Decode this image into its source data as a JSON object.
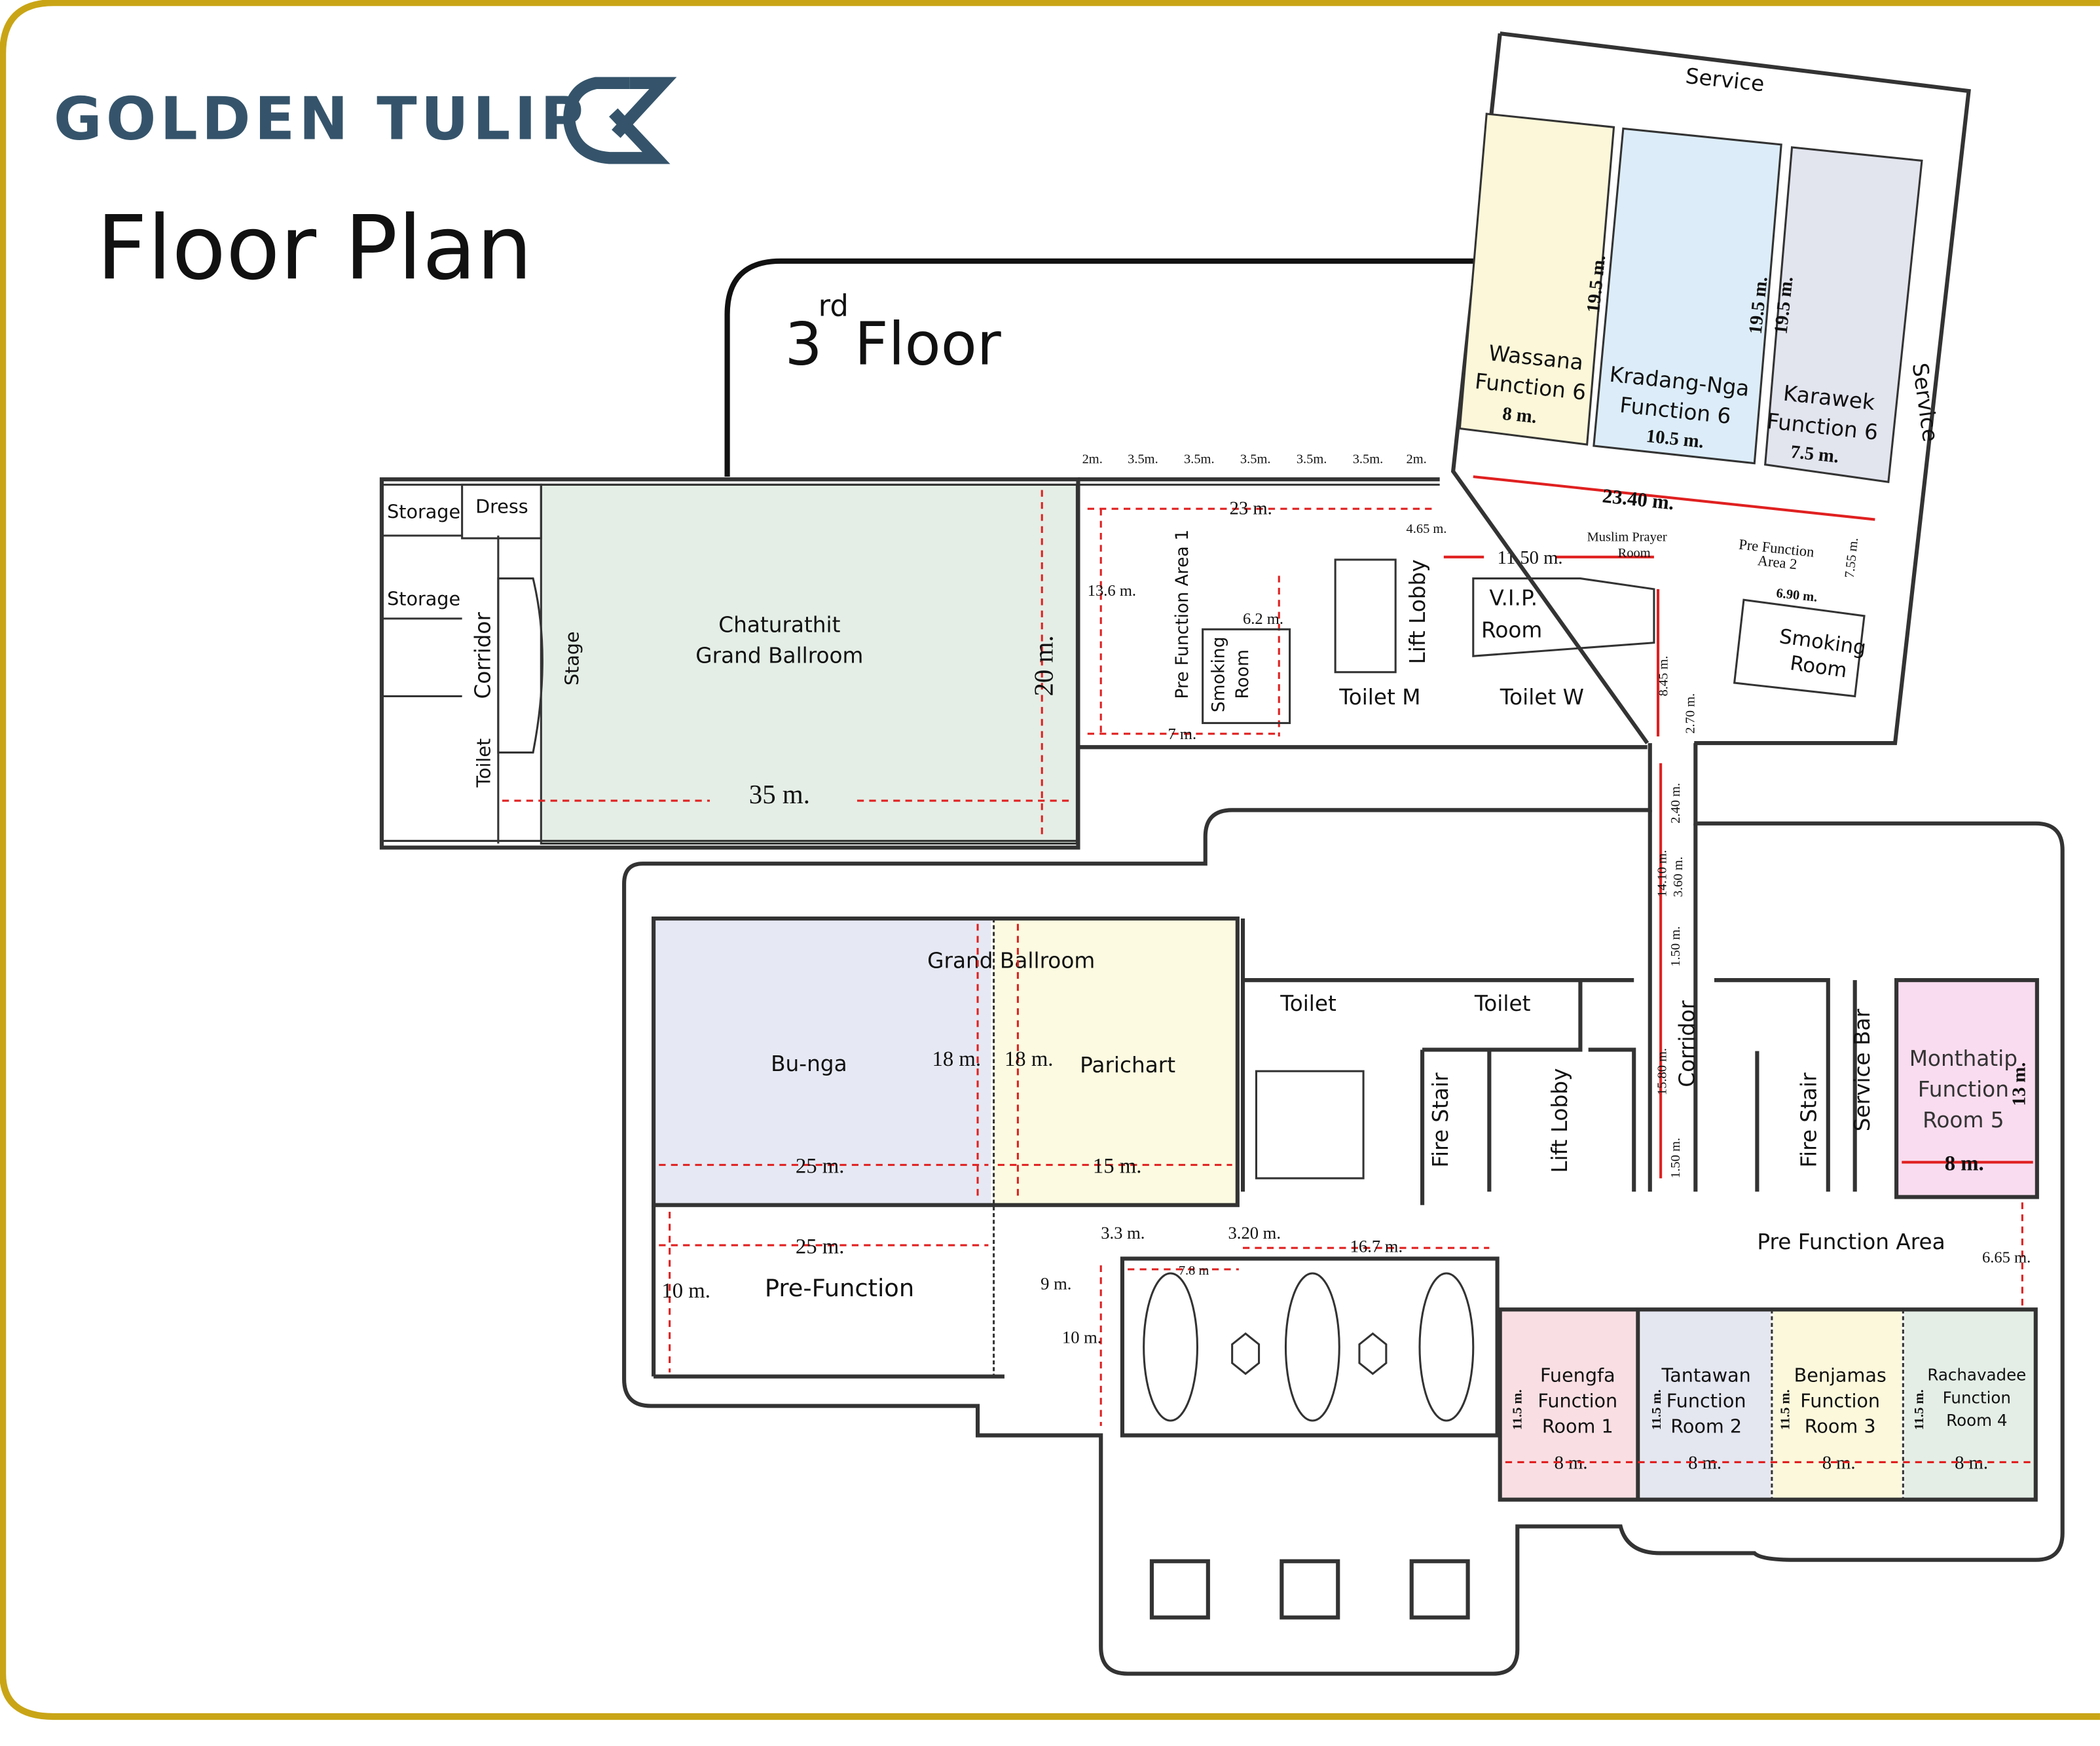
{
  "brand": {
    "name": "GOLDEN TULIP",
    "color": "#35546b",
    "icon": "tulip-g-logo"
  },
  "title": "Floor Plan",
  "floor": {
    "number": "3",
    "suffix": "rd",
    "word": "Floor"
  },
  "colors": {
    "frame": "#c9a516",
    "wassana": "#fbf7d8",
    "kradang": "#dcedf9",
    "karawek": "#e2e4ee",
    "chaturathit": "#e4eee6",
    "bunga": "#e6e9f3",
    "parichart": "#fcfbe1",
    "monthatip": "#f9dcef",
    "fuengfa": "#f9dfe3",
    "tantawan": "#e4e6f0",
    "benjamas": "#fbf8dc",
    "rachavadee": "#e4eee6",
    "dimension": "#e02020"
  },
  "upper": {
    "service_top": "Service",
    "service_right": "Service",
    "wassana": [
      "Wassana",
      "Function 6"
    ],
    "wassana_w": "8 m.",
    "wassana_h": "19.5 m.",
    "kradang": [
      "Kradang-Nga",
      "Function 6"
    ],
    "kradang_w": "10.5 m.",
    "kradang_h": "19.5 m.",
    "karawek": [
      "Karawek",
      "Function 6"
    ],
    "karawek_w": "7.5 m.",
    "karawek_h": "19.5 m.",
    "width_total": "23.40 m.",
    "pf2": [
      "Pre Function",
      "Area 2"
    ],
    "pf2_w": "6.90 m.",
    "pf2_h": "7.55 m.",
    "smoking2": [
      "Smoking",
      "Room"
    ],
    "muslim": [
      "Muslim Prayer",
      "Room"
    ],
    "vip": [
      "V.I.P.",
      "Room"
    ],
    "vip_w": "11.50 m.",
    "d465": "4.65 m.",
    "lift_lobby": "Lift Lobby",
    "toilet_m": "Toilet M",
    "toilet_w": "Toilet W",
    "d845": "8.45 m.",
    "d270": "2.70 m.",
    "pf1": "Pre Function Area 1",
    "smoking1": [
      "Smoking",
      "Room"
    ],
    "d62": "6.2 m.",
    "d136": "13.6 m.",
    "d7": "7 m.",
    "d23": "23 m.",
    "spans": [
      "2m.",
      "3.5m.",
      "3.5m.",
      "3.5m.",
      "3.5m.",
      "3.5m.",
      "2m."
    ],
    "ballroom": [
      "Chaturathit",
      "Grand Ballroom"
    ],
    "ballroom_w": "35 m.",
    "ballroom_h": "20 m.",
    "storage1": "Storage",
    "dress": "Dress",
    "storage2": "Storage",
    "corridor": "Corridor",
    "stage": "Stage",
    "toilet": "Toilet"
  },
  "lower": {
    "grand_ballroom": "Grand Ballroom",
    "bunga": "Bu-nga",
    "parichart": "Parichart",
    "bunga_w": "25 m.",
    "bunga_h": "18 m.",
    "parichart_w": "15 m.",
    "parichart_h": "18 m.",
    "prefunction": "Pre-Function",
    "pf_w": "25 m.",
    "pf_h": "10 m.",
    "toilet1": "Toilet",
    "toilet2": "Toilet",
    "fire_stair1": "Fire Stair",
    "lift_lobby": "Lift Lobby",
    "corridor": "Corridor",
    "c240": "2.40 m.",
    "c1410": "14.10 m.",
    "c360": "3.60 m.",
    "c150a": "1.50 m.",
    "c1580": "15.80 m.",
    "c150b": "1.50 m.",
    "fire_stair2": "Fire Stair",
    "service_bar": "Service Bar",
    "monthatip": [
      "Monthatip",
      "Function",
      "Room 5"
    ],
    "monthatip_w": "8 m.",
    "monthatip_h": "13 m.",
    "pf_area": "Pre Function Area",
    "d665": "6.65 m.",
    "d33": "3.3 m.",
    "d320": "3.20 m.",
    "d167": "16.7 m.",
    "d78": "7.8 m",
    "d9": "9 m.",
    "d10": "10 m.",
    "rooms": [
      {
        "name": [
          "Fuengfa",
          "Function",
          "Room 1"
        ],
        "w": "8 m.",
        "h": "11.5 m."
      },
      {
        "name": [
          "Tantawan",
          "Function",
          "Room 2"
        ],
        "w": "8 m.",
        "h": "11.5 m."
      },
      {
        "name": [
          "Benjamas",
          "Function",
          "Room 3"
        ],
        "w": "8 m.",
        "h": "11.5 m."
      },
      {
        "name": [
          "Rachavadee",
          "Function",
          "Room 4"
        ],
        "w": "8 m.",
        "h": "11.5 m."
      }
    ]
  }
}
